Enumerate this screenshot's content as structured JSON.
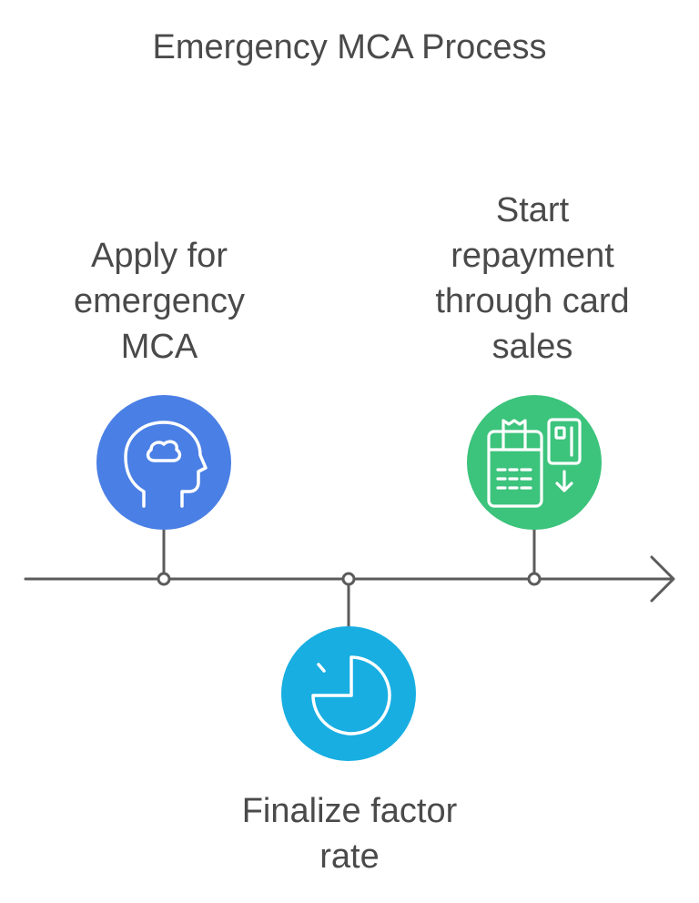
{
  "title": "Emergency MCA Process",
  "steps": [
    {
      "label": "Apply for\nemergency\nMCA",
      "icon": "head-thought-icon",
      "color": "#4a7fe5"
    },
    {
      "label": "Finalize factor\nrate",
      "icon": "pie-clock-icon",
      "color": "#18aee2"
    },
    {
      "label": "Start\nrepayment\nthrough card\nsales",
      "icon": "card-terminal-icon",
      "color": "#3cc37c"
    }
  ],
  "colors": {
    "line": "#5b5b5b",
    "text": "#4a4a4a",
    "icon_stroke": "#ffffff"
  }
}
